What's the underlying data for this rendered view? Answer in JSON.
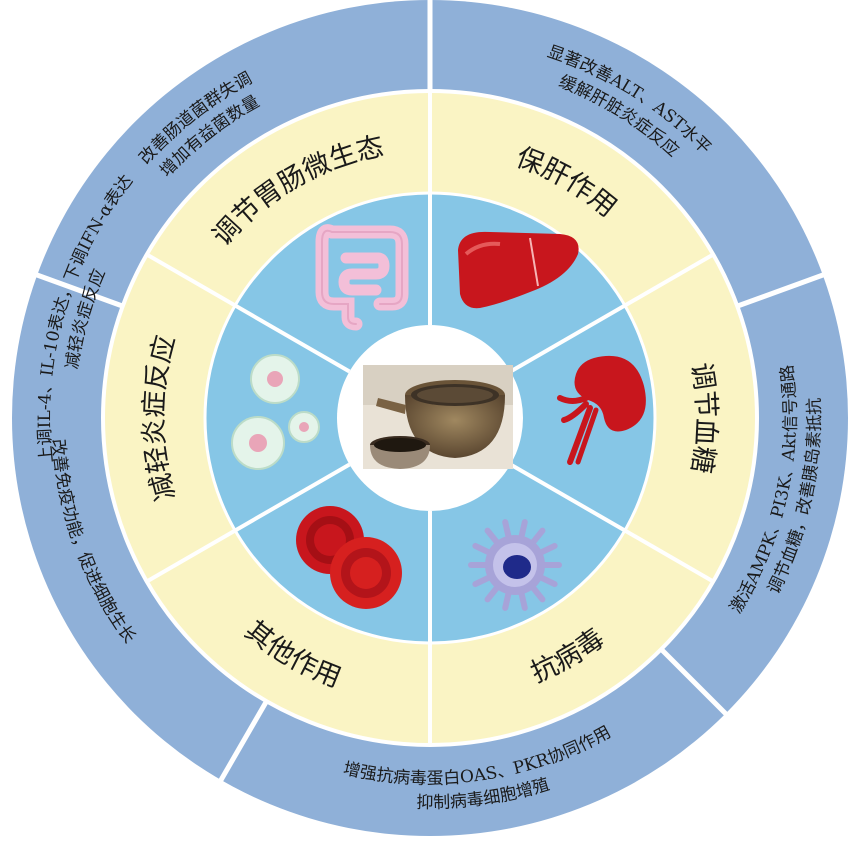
{
  "colors": {
    "outer_ring": "#8fb0d8",
    "middle_ring": "#faf4c4",
    "inner_ring": "#86c6e6",
    "divider": "#ffffff",
    "center": "#ffffff"
  },
  "sectors": [
    {
      "title": "调节胃肠微生态",
      "icon": "intestine-icon",
      "desc_lines": [
        "改善肠道菌群失调",
        "增加有益菌数量"
      ]
    },
    {
      "title": "保肝作用",
      "icon": "liver-icon",
      "desc_lines": [
        "显著改善ALT、AST水平",
        "缓解肝脏炎症反应"
      ]
    },
    {
      "title": "调节血糖",
      "icon": "pancreas-icon",
      "desc_lines": [
        "激活AMPK、PI3K、Akt信号通路",
        "调节血糖，改善胰岛素抵抗"
      ]
    },
    {
      "title": "抗病毒",
      "icon": "virus-cell-icon",
      "desc_lines": [
        "增强抗病毒蛋白OAS、PKR协同作用",
        "抑制病毒细胞增殖"
      ]
    },
    {
      "title": "其他作用",
      "icon": "red-blood-cell-icon",
      "desc_lines": [
        "改善免疫功能，促进细胞生长"
      ]
    },
    {
      "title": "减轻炎症反应",
      "icon": "immune-cells-icon",
      "desc_lines": [
        "上调IL-4、IL-10表达，下调IFN-α表达",
        "减轻炎症反应"
      ]
    }
  ],
  "center_image": "herbal-decoction-pot-icon"
}
